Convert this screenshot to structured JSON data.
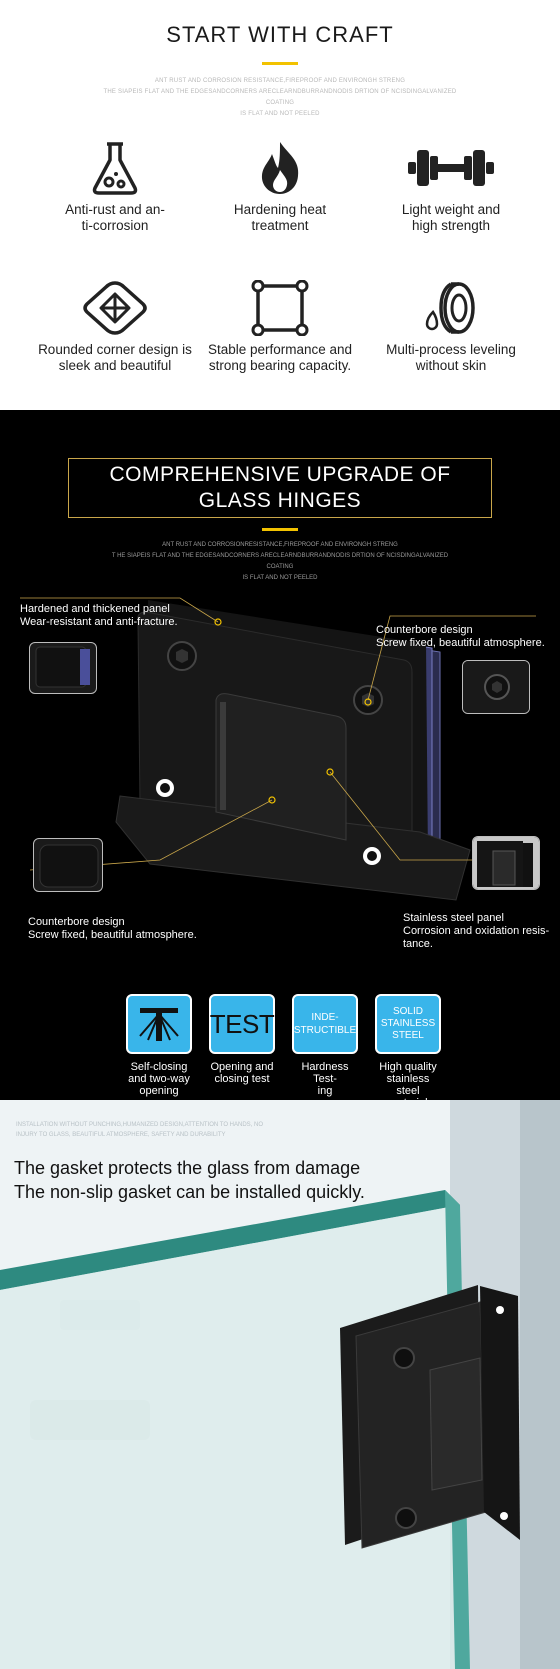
{
  "craft": {
    "title": "START WITH CRAFT",
    "subtitle": [
      "ANT RUST AND CORROSION RESISTANCE,FIREPROOF AND ENVIRONGH STRENG",
      "THE SIAPEIS FLAT AND THE EDGESANDCORNERS ARECLEARNDBURRANDNODIS DRTION OF NCISDINGALVANIZED COATING",
      "IS FLAT AND NOT PEELED"
    ],
    "features": [
      {
        "icon": "flask-icon",
        "label": "Anti-rust and an-\nti-corrosion"
      },
      {
        "icon": "flame-icon",
        "label": "Hardening heat\ntreatment"
      },
      {
        "icon": "dumbbell-icon",
        "label": "Light weight and\nhigh strength"
      },
      {
        "icon": "rounded-corner-icon",
        "label": "Rounded corner design is\nsleek and beautiful"
      },
      {
        "icon": "square-nodes-icon",
        "label": "Stable performance and\nstrong bearing capacity."
      },
      {
        "icon": "tape-roll-icon",
        "label": "Multi-process leveling\nwithout skin"
      }
    ]
  },
  "upgrade": {
    "title_line1": "COMPREHENSIVE UPGRADE OF",
    "title_line2": "GLASS HINGES",
    "subtitle": [
      "ANT RUST AND CORROSIONRESISTANCE,FIREPROOF AND ENVIRONGH STRENG",
      "T HE SIAPEIS FLAT AND THE EDGESANDCORNERS ARECLEARNDBURRANDNODIS DRTION OF NCISDINGALVANIZED COATING",
      "IS FLAT AND NOT PEELED"
    ],
    "callouts": {
      "panel": [
        "Hardened and thickened panel",
        "Wear-resistant and anti-fracture."
      ],
      "counterbore_right": [
        "Counterbore design",
        "Screw fixed, beautiful atmosphere."
      ],
      "counterbore_left": [
        "Counterbore design",
        "Screw fixed, beautiful atmosphere."
      ],
      "steel_panel": [
        "Stainless steel panel",
        "Corrosion and oxidation resis-",
        "tance."
      ]
    },
    "badges": [
      {
        "icon": "self-closing-icon",
        "box_text": "",
        "label": "Self-closing\nand two-way\nopening"
      },
      {
        "icon": "test-icon",
        "box_text": "TEST",
        "label": "Opening and\nclosing test"
      },
      {
        "icon": "indestructible-icon",
        "box_text": "INDE-\nSTRUCTIBLE",
        "label": "Hardness Test-\ning"
      },
      {
        "icon": "steel-icon",
        "box_text": "SOLID\nSTAINLESS\nSTEEL",
        "label": "High quality\nstainless steel\nmaterial"
      }
    ],
    "colors": {
      "accent": "#f2c200",
      "badge": "#39b5ea",
      "frame": "#c9a64a"
    }
  },
  "gasket": {
    "small_text": [
      "INSTALLATION WITHOUT PUNCHING,HUMANIZED DESIGN,ATTENTION TO HANDS, NO",
      "INJURY TO GLASS, BEAUTIFUL ATMOSPHERE, SAFETY AND DURABILITY"
    ],
    "line1": "The gasket protects the glass from damage",
    "line2": "The non-slip gasket can be installed quickly."
  }
}
